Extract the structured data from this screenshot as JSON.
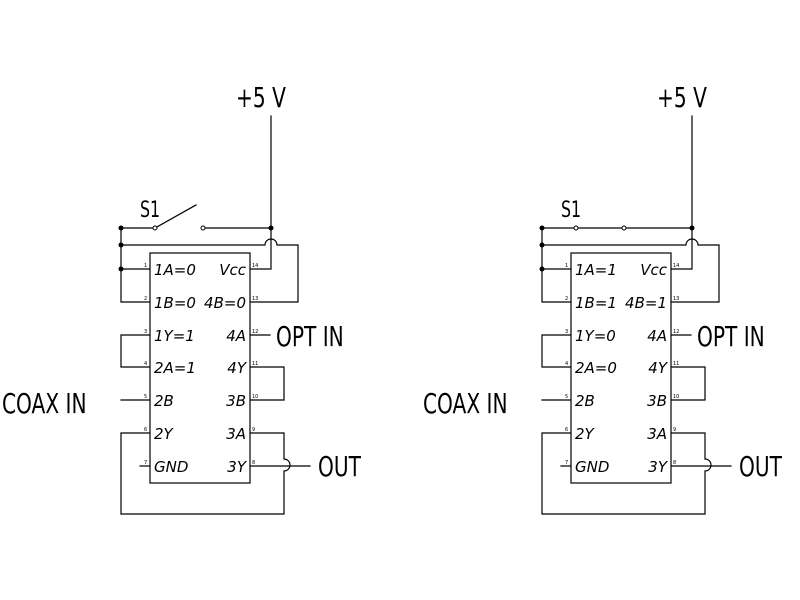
{
  "circuits": [
    {
      "supply": "+5 V",
      "switch": "S1",
      "left_pins": [
        {
          "num": "1",
          "label": "1A=0"
        },
        {
          "num": "2",
          "label": "1B=0"
        },
        {
          "num": "3",
          "label": "1Y=1"
        },
        {
          "num": "4",
          "label": "2A=1"
        },
        {
          "num": "5",
          "label": "2B"
        },
        {
          "num": "6",
          "label": "2Y"
        },
        {
          "num": "7",
          "label": "GND"
        }
      ],
      "right_pins": [
        {
          "num": "14",
          "label": "Vcc"
        },
        {
          "num": "13",
          "label": "4B=0"
        },
        {
          "num": "12",
          "label": "4A"
        },
        {
          "num": "11",
          "label": "4Y"
        },
        {
          "num": "10",
          "label": "3B"
        },
        {
          "num": "9",
          "label": "3A"
        },
        {
          "num": "8",
          "label": "3Y"
        }
      ],
      "coax_in": "COAX IN",
      "opt_in": "OPT IN",
      "out": "OUT"
    },
    {
      "supply": "+5 V",
      "switch": "S1",
      "left_pins": [
        {
          "num": "1",
          "label": "1A=1"
        },
        {
          "num": "2",
          "label": "1B=1"
        },
        {
          "num": "3",
          "label": "1Y=0"
        },
        {
          "num": "4",
          "label": "2A=0"
        },
        {
          "num": "5",
          "label": "2B"
        },
        {
          "num": "6",
          "label": "2Y"
        },
        {
          "num": "7",
          "label": "GND"
        }
      ],
      "right_pins": [
        {
          "num": "14",
          "label": "Vcc"
        },
        {
          "num": "13",
          "label": "4B=1"
        },
        {
          "num": "12",
          "label": "4A"
        },
        {
          "num": "11",
          "label": "4Y"
        },
        {
          "num": "10",
          "label": "3B"
        },
        {
          "num": "9",
          "label": "3A"
        },
        {
          "num": "8",
          "label": "3Y"
        }
      ],
      "coax_in": "COAX IN",
      "opt_in": "OPT IN",
      "out": "OUT"
    }
  ]
}
